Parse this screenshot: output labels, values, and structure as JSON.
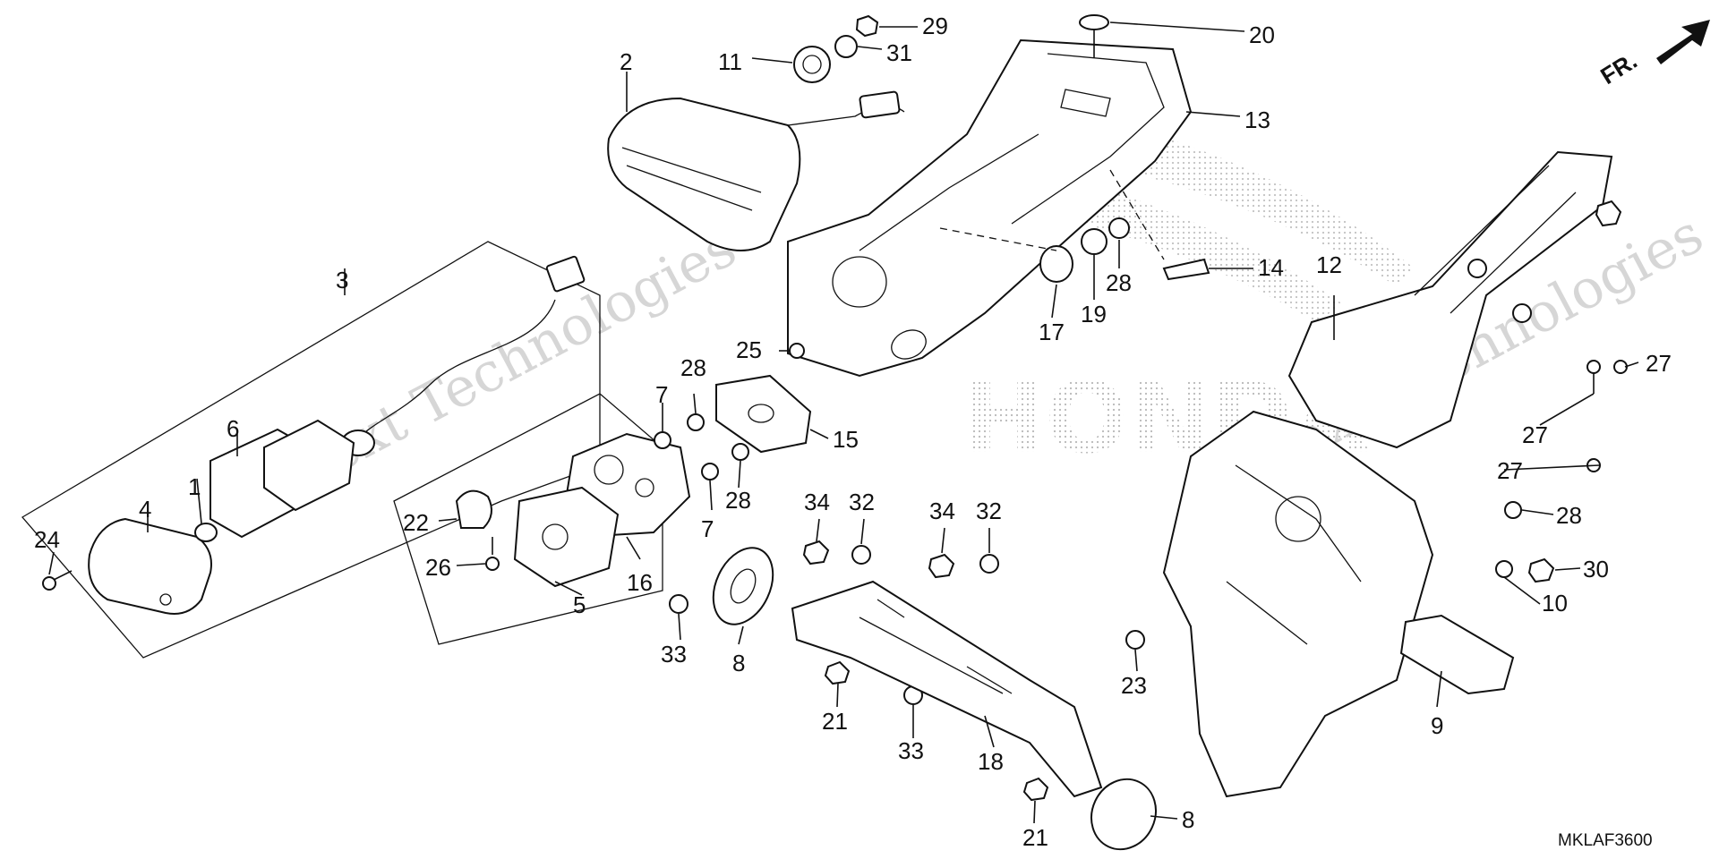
{
  "diagram": {
    "direction_label": "FR.",
    "diagram_code": "MKLAF3600",
    "watermark_primary": "vNext Technologies",
    "watermark_secondary": "vNext Technologies",
    "brand_watermark": "HONDA",
    "callouts": [
      "1",
      "2",
      "3",
      "4",
      "5",
      "6",
      "7",
      "8",
      "9",
      "10",
      "11",
      "12",
      "13",
      "14",
      "15",
      "16",
      "17",
      "19",
      "20",
      "21",
      "22",
      "23",
      "24",
      "25",
      "26",
      "27",
      "28",
      "29",
      "30",
      "31",
      "32",
      "33",
      "34",
      "18"
    ]
  }
}
